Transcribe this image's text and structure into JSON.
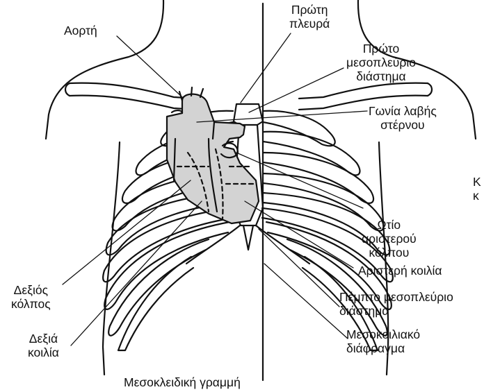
{
  "labels": {
    "aorta": "Αορτή",
    "first_rib": [
      "Πρώτη",
      "πλευρά"
    ],
    "first_ics": [
      "Πρώτο",
      "μεσοπλεύριο",
      "διάστημα"
    ],
    "sternal_angle": [
      "Γωνία λαβής",
      "στέρνου"
    ],
    "partial_right": [
      "Κ",
      "κ"
    ],
    "left_atrial_appendage": [
      "Ωτίο",
      "αριστερού",
      "κόλπου"
    ],
    "left_ventricle": "Αριστερή κοιλία",
    "fifth_ics": [
      "Πέμπτο μεσοπλεύριο",
      "διάστημα"
    ],
    "septum": [
      "Μεσοκοιλιακό",
      "διάφραγμα"
    ],
    "right_atrium": [
      "Δεξιός",
      "κόλπος"
    ],
    "right_ventricle": [
      "Δεξιά",
      "κοιλία"
    ],
    "midclavicular_line": "Μεσοκλειδική γραμμή"
  },
  "colors": {
    "line": "#111111",
    "heart_fill": "#d3d3d3",
    "background": "#ffffff"
  }
}
